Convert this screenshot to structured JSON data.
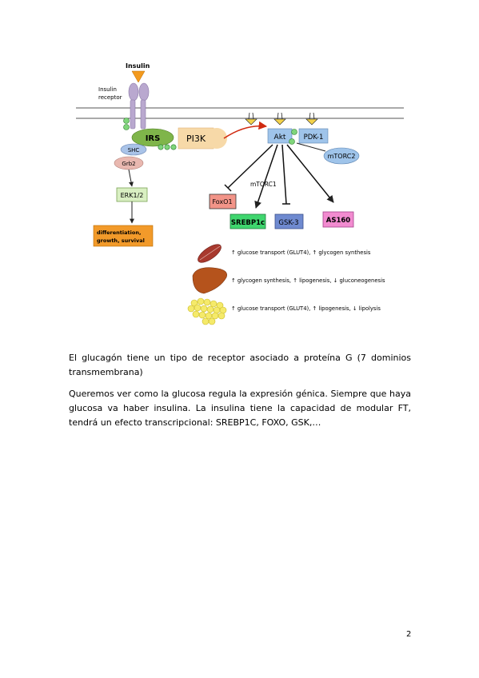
{
  "figure": {
    "labels": {
      "insulin": "Insulin",
      "receptor_line1": "Insulin",
      "receptor_line2": "receptor",
      "irs": "IRS",
      "pi3k": "PI3K",
      "shc": "SHC",
      "grb2": "Grb2",
      "erk": "ERK1/2",
      "outcome_line1": "differentiation,",
      "outcome_line2": "growth, survival",
      "akt": "Akt",
      "pdk1": "PDK-1",
      "mtorc2": "mTORC2",
      "mtorc1": "mTORC1",
      "foxo": "FoxO1",
      "srebp": "SREBP1c",
      "gsk": "GSK-3",
      "as160": "AS160"
    },
    "effects": [
      "↑ glucose transport (GLUT4), ↑ glycogen synthesis",
      "↑ glycogen synthesis, ↑ lipogenesis, ↓ gluconeogenesis",
      "↑ glucose transport (GLUT4), ↑ lipogenesis, ↓ lipolysis"
    ]
  },
  "paragraphs": [
    "El glucagón tiene un tipo de receptor asociado a proteína G (7 dominios transmembrana)",
    "Queremos ver como la glucosa regula la expresión génica. Siempre que haya glucosa va  haber insulina. La insulina tiene la capacidad de modular FT, tendrá un efecto transcripcional: SREBP1C, FOXO, GSK,…"
  ],
  "page_number": "2"
}
